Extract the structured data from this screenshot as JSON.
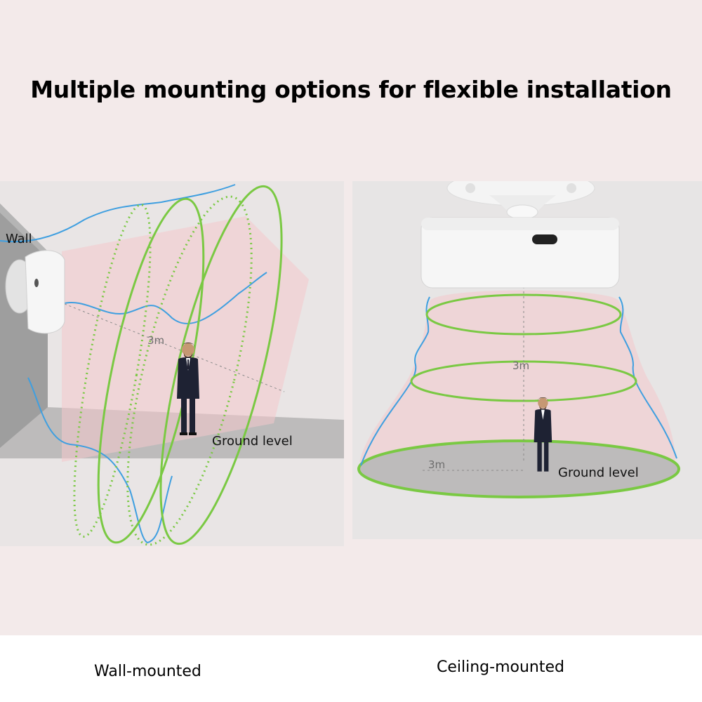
{
  "title": "Multiple mounting options for flexible installation",
  "wall_panel": {
    "wall_label": "Wall",
    "distance_label": "3m",
    "ground_label": "Ground level",
    "caption": "Wall-mounted"
  },
  "ceiling_panel": {
    "height_label": "3m",
    "radius_label": "3m",
    "ground_label": "Ground level",
    "caption": "Ceiling-mounted"
  },
  "colors": {
    "detection_green": "#7ac943",
    "boundary_blue": "#3f9fe0",
    "zone_pink": "#f4c9cc",
    "device_white": "#f6f6f6",
    "floor_gray": "#bdbdbd"
  }
}
